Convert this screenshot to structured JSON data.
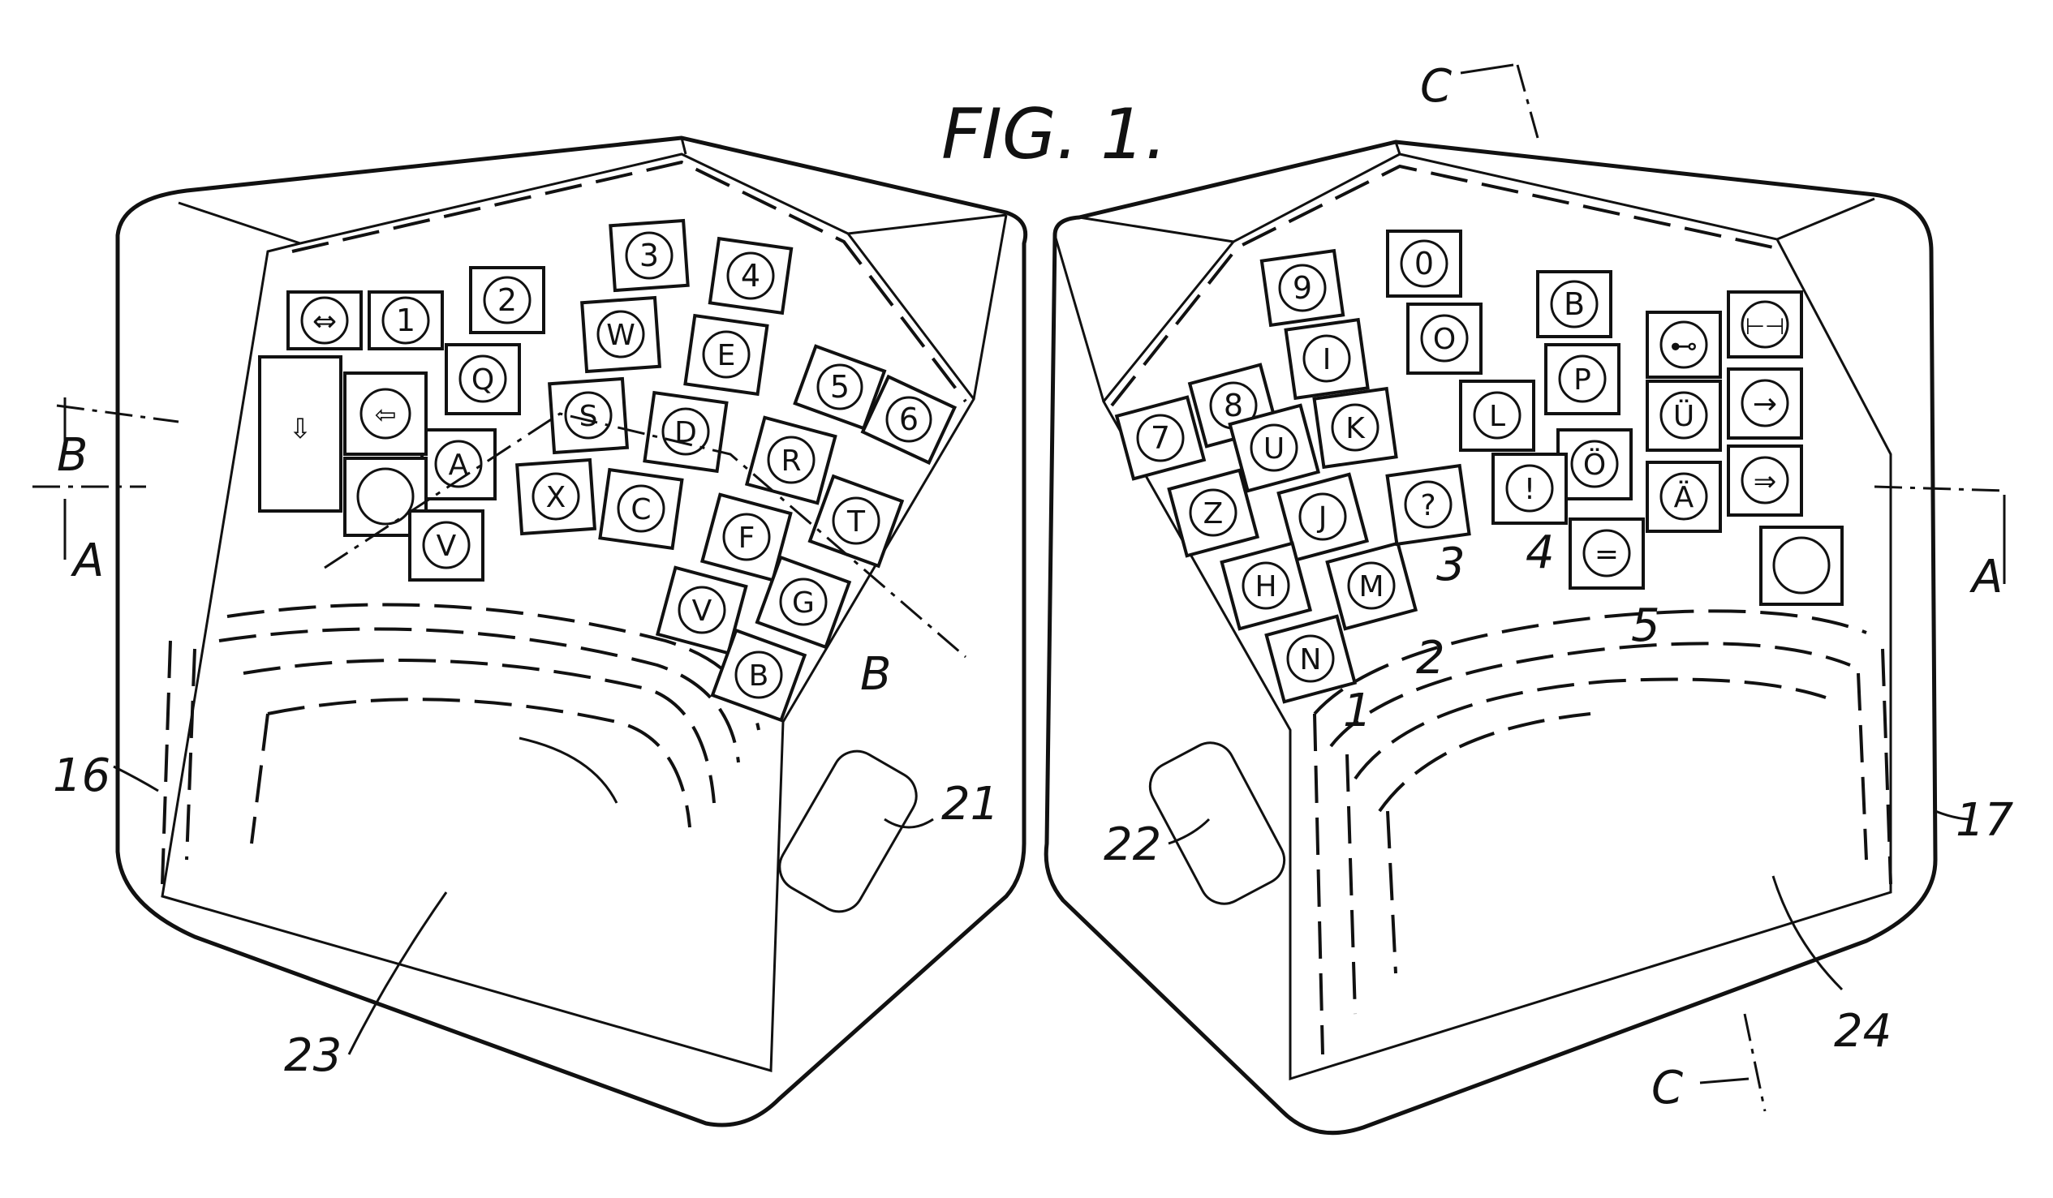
{
  "figure": {
    "title": "FIG. 1.",
    "left_half": {
      "housing_ref": "16",
      "palm_rest_ref": "23",
      "thumb_pad_ref": "21",
      "keys": [
        "⇔",
        "1",
        "2",
        "3",
        "4",
        "5",
        "6",
        "Q",
        "W",
        "E",
        "R",
        "T",
        "A",
        "S",
        "D",
        "F",
        "G",
        "⇦",
        "X",
        "C",
        "V",
        "B",
        "⇩",
        "V"
      ]
    },
    "right_half": {
      "housing_ref": "17",
      "palm_rest_ref": "24",
      "thumb_pad_ref": "22",
      "keys": [
        "7",
        "8",
        "9",
        "0",
        "B",
        "⊷",
        "⊢⊣",
        "U",
        "I",
        "O",
        "P",
        "Ü",
        "→",
        "Z",
        "J",
        "K",
        "L",
        "Ö",
        "Ä",
        "⇒",
        "H",
        "M",
        "?",
        "!",
        "=",
        "N"
      ],
      "column_labels": [
        "2",
        "3",
        "4",
        "5"
      ],
      "row_label": "1"
    },
    "section_markers": {
      "a": "A",
      "b": "B",
      "c": "C"
    }
  }
}
